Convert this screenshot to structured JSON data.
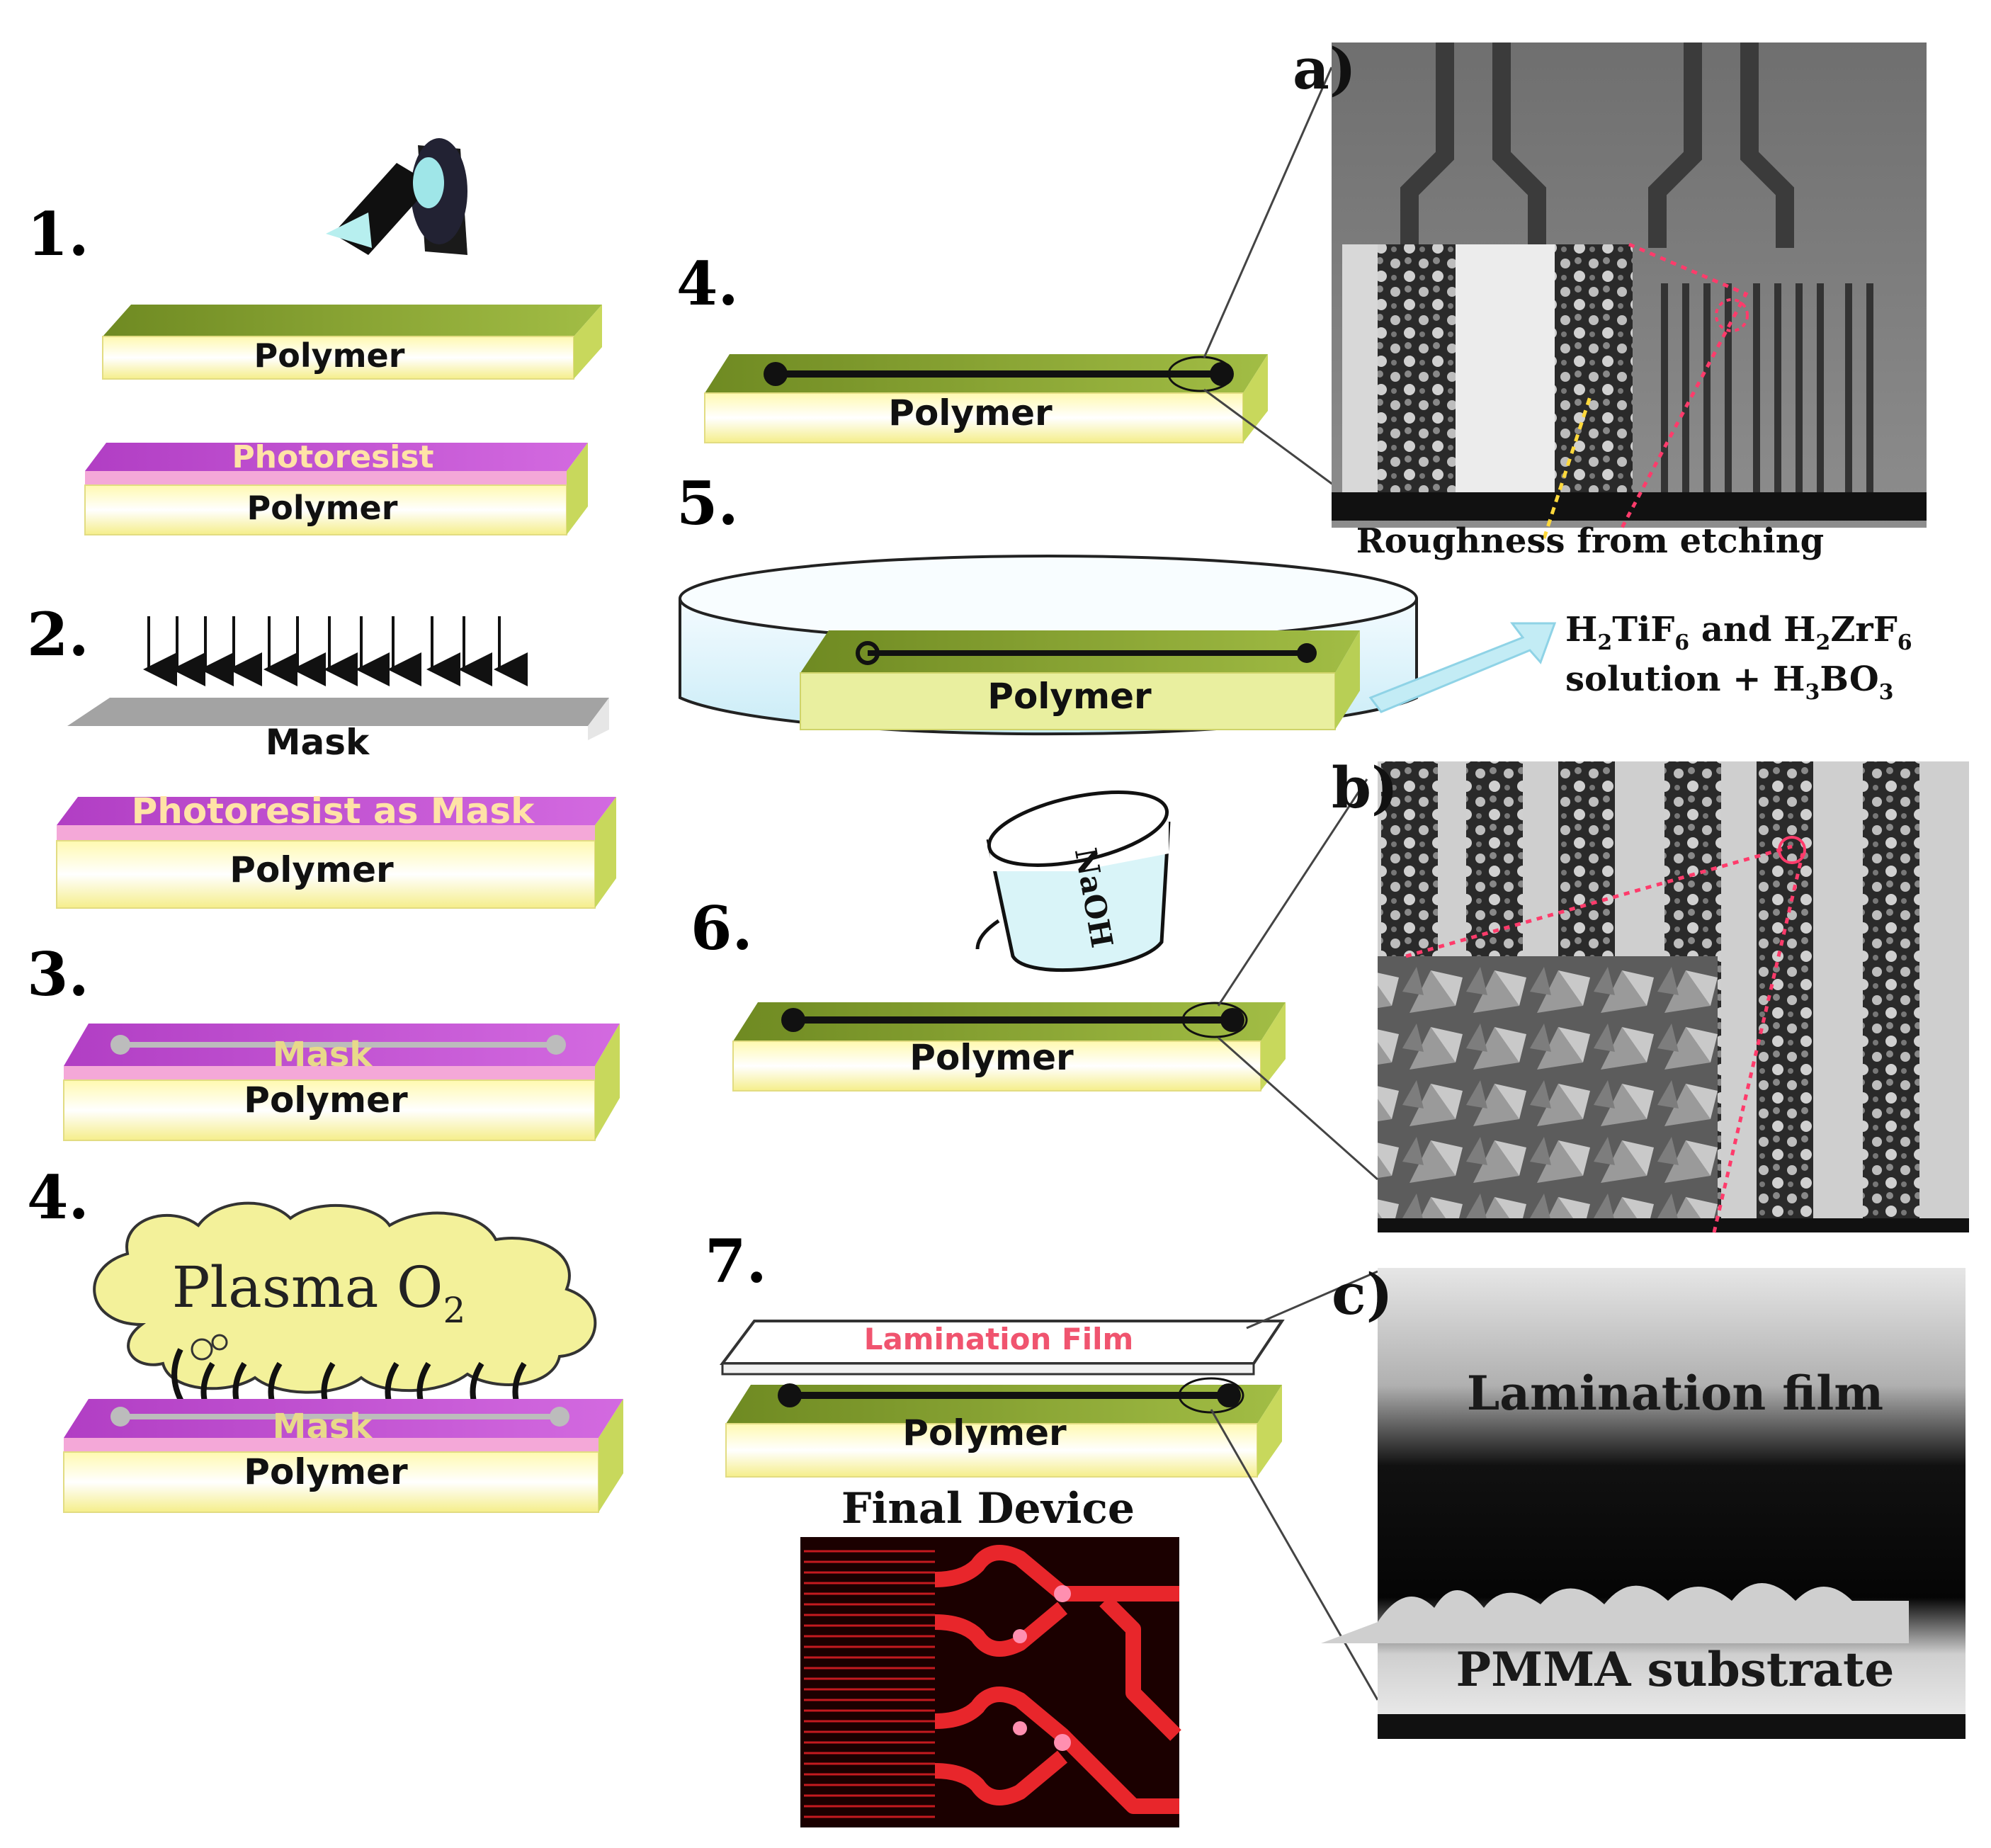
{
  "steps": {
    "s1": "1.",
    "s2": "2.",
    "s3": "3.",
    "s4_left": "4.",
    "s4_right": "4.",
    "s5": "5.",
    "s6": "6.",
    "s7": "7."
  },
  "labels": {
    "polymer": "Polymer",
    "photoresist": "Photoresist",
    "mask": "Mask",
    "photoresist_as_mask": "Photoresist as Mask",
    "plasma": "Plasma O",
    "plasma_sub": "2",
    "lamination_film": "Lamination Film",
    "final_device": "Final Device",
    "naoh": "NaOH",
    "roughness": "Roughness from etching",
    "solution_line1_a": "H",
    "solution_line1_b": "2",
    "solution_line1_c": "TiF",
    "solution_line1_d": "6",
    "solution_line1_e": " and H",
    "solution_line1_f": "2",
    "solution_line1_g": "ZrF",
    "solution_line1_h": "6",
    "solution_line2_a": "solution + H",
    "solution_line2_b": "3",
    "solution_line2_c": "BO",
    "solution_line2_d": "3",
    "panel_a": "a)",
    "panel_b": "b)",
    "panel_c": "c)",
    "sem_c_top": "Lamination film",
    "sem_c_bottom": "PMMA substrate"
  },
  "colors": {
    "polymer_top": "#7f9a2f",
    "polymer_side": "#fdf7a8",
    "photoresist": "#c24fcf",
    "mask_gray": "#9a9a9a",
    "cloud": "#f3f19a",
    "sem_gray": "#8c8c8c",
    "fluor_red": "#e8262b",
    "pink_text": "#ffb3c6"
  }
}
